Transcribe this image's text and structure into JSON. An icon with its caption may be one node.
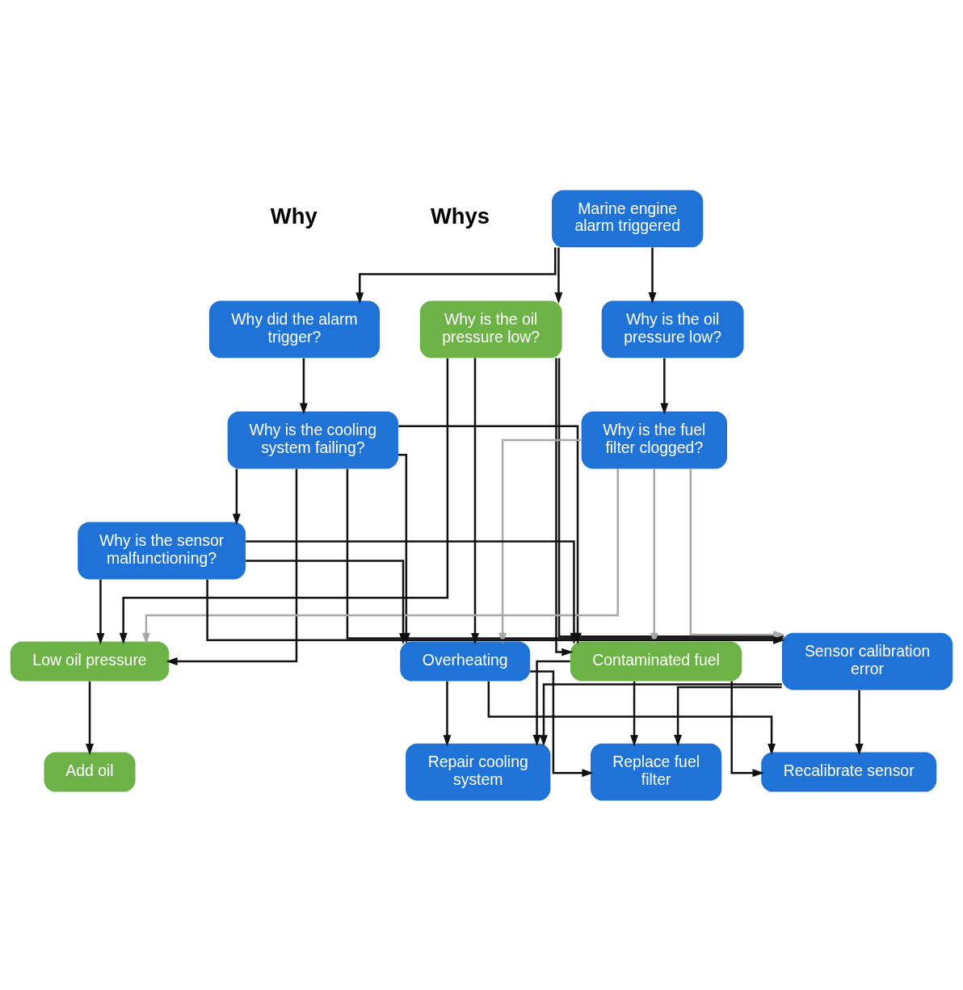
{
  "diagram": {
    "nodes": [
      {
        "text": [
          "Marine engine alarm triggered"
        ]
      },
      {
        "text": [
          "Why did the alarm trigger?"
        ]
      },
      {
        "text": [
          "Why is the oil pressure low?"
        ]
      },
      {
        "text": [
          "Why is the oil pressure low?"
        ]
      },
      {
        "text": [
          "Why is the cooling system failing?"
        ]
      },
      {
        "text": [
          "Why is the fuel filter clogged?"
        ]
      },
      {
        "text": [
          "Why is the sensor malfunctioning?"
        ]
      },
      {
        "text": [
          "Low oil pressure"
        ]
      },
      {
        "text": [
          "Overheating"
        ]
      },
      {
        "text": [
          "Contaminated fuel"
        ]
      },
      {
        "text": [
          "Sensor calibration error"
        ]
      },
      {
        "text": [
          "Add oil"
        ]
      },
      {
        "text": [
          "Repair cooling system"
        ]
      },
      {
        "text": [
          "Replace fuel filter"
        ]
      },
      {
        "text": [
          "Recalibrate sensor"
        ]
      }
    ],
    "edges": [
      {
        "from": 0,
        "to": 1,
        "arrow": "to"
      },
      {
        "from": 0,
        "to": 2,
        "arrow": "to"
      },
      {
        "from": 0,
        "to": 3,
        "arrow": "to"
      },
      {
        "from": 1,
        "to": 4,
        "arrow": "to"
      },
      {
        "from": 3,
        "to": 5,
        "arrow": "to"
      },
      {
        "from": 4,
        "to": 6,
        "arrow": "to"
      },
      {
        "from": 2,
        "to": 7,
        "arrow": "to"
      },
      {
        "from": 2,
        "to": 8,
        "arrow": "to"
      },
      {
        "from": 2,
        "to": 9,
        "arrow": "to"
      },
      {
        "from": 2,
        "to": 10,
        "arrow": "to"
      },
      {
        "from": 4,
        "to": 7,
        "arrow": "to"
      },
      {
        "from": 4,
        "to": 8,
        "arrow": "to"
      },
      {
        "from": 4,
        "to": 9,
        "arrow": "to"
      },
      {
        "from": 4,
        "to": 10,
        "arrow": "to"
      },
      {
        "from": 5,
        "to": 7,
        "arrow": "to",
        "color": "#a8a8a8"
      },
      {
        "from": 5,
        "to": 8,
        "arrow": "to",
        "color": "#a8a8a8"
      },
      {
        "from": 5,
        "to": 9,
        "arrow": "to",
        "color": "#a8a8a8"
      },
      {
        "from": 5,
        "to": 10,
        "arrow": "to",
        "color": "#a8a8a8"
      },
      {
        "from": 6,
        "to": 7,
        "arrow": "to"
      },
      {
        "from": 6,
        "to": 8,
        "arrow": "to"
      },
      {
        "from": 6,
        "to": 9,
        "arrow": "to"
      },
      {
        "from": 6,
        "to": 10,
        "arrow": "to"
      },
      {
        "from": 7,
        "to": 11,
        "arrow": "to"
      },
      {
        "from": 8,
        "to": 12,
        "arrow": "to"
      },
      {
        "from": 8,
        "to": 13,
        "arrow": "to"
      },
      {
        "from": 8,
        "to": 14,
        "arrow": "to"
      },
      {
        "from": 9,
        "to": 12,
        "arrow": "to"
      },
      {
        "from": 9,
        "to": 13,
        "arrow": "to"
      },
      {
        "from": 9,
        "to": 14,
        "arrow": "to"
      },
      {
        "from": 10,
        "to": 12,
        "arrow": "to"
      },
      {
        "from": 10,
        "to": 13,
        "arrow": "to"
      },
      {
        "from": 10,
        "to": 14,
        "arrow": "to"
      }
    ],
    "labels": [
      "Why",
      "Whys"
    ]
  }
}
